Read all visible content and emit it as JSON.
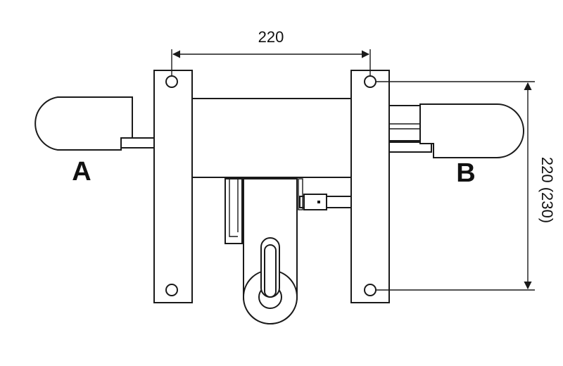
{
  "diagram": {
    "dimension_top": "220",
    "dimension_right": "220 (230)",
    "label_left": "A",
    "label_right": "B"
  },
  "colors": {
    "line": "#1a1a1a",
    "background": "#ffffff"
  }
}
